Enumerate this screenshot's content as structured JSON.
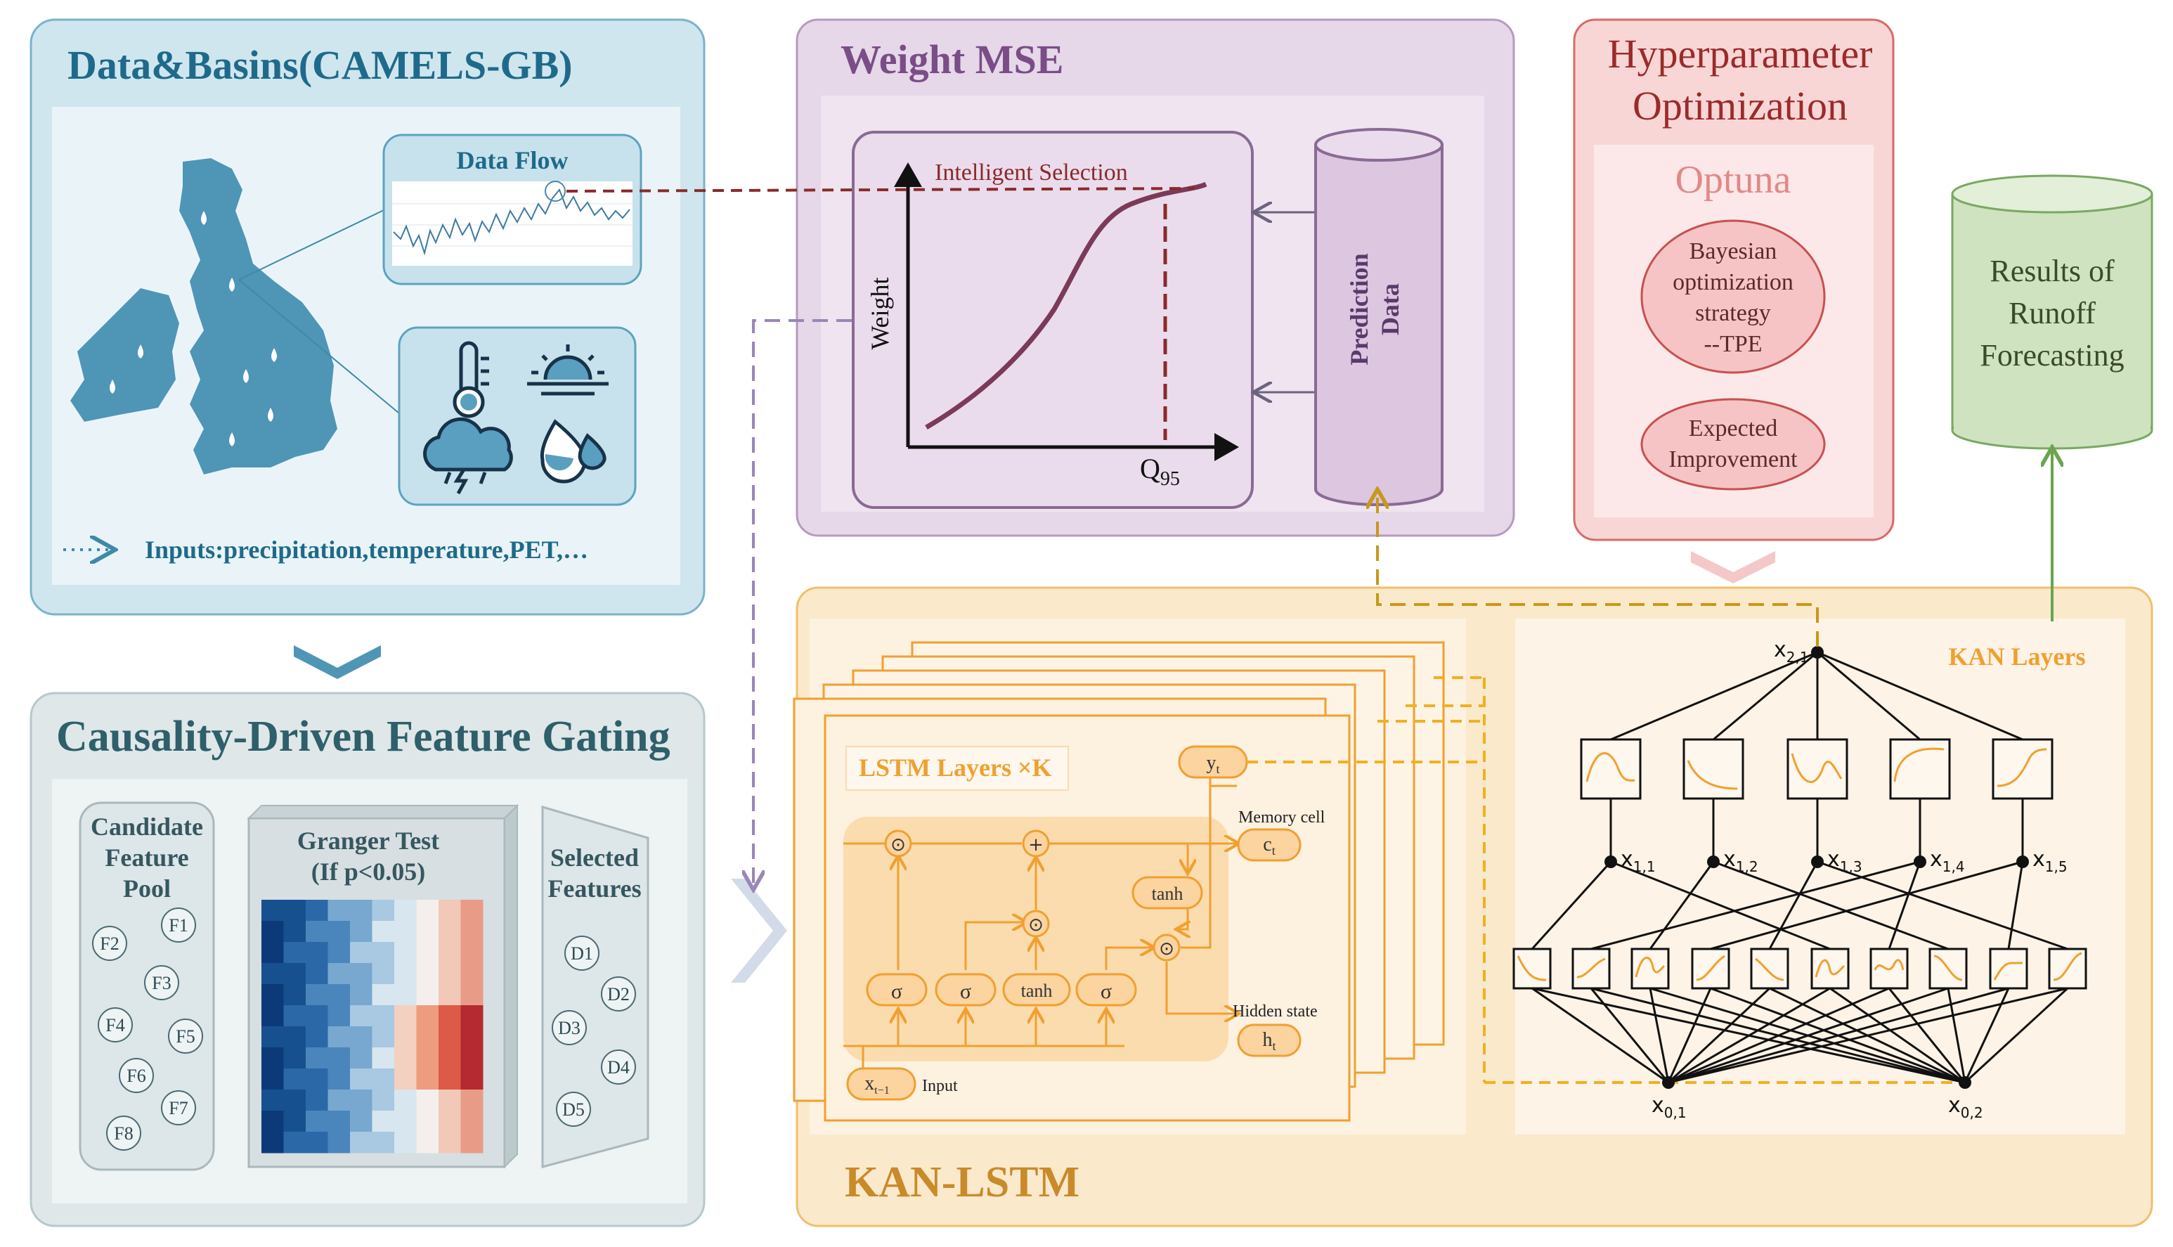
{
  "panels": {
    "data_basins": {
      "title": "Data&Basins(CAMELS-GB)",
      "data_flow_label": "Data Flow",
      "inputs_text": "Inputs:precipitation,temperature,PET,…"
    },
    "weight_mse": {
      "title": "Weight MSE",
      "intelligent_selection": "Intelligent Selection",
      "y_axis": "Weight",
      "x_axis_main": "Q",
      "x_axis_sub": "95",
      "prediction_line1": "Prediction",
      "prediction_line2": "Data"
    },
    "hyperparameter": {
      "title_line1": "Hyperparameter",
      "title_line2": "Optimization",
      "optuna": "Optuna",
      "bayesian": [
        "Bayesian",
        "optimization",
        "strategy",
        "--TPE"
      ],
      "expected": [
        "Expected",
        "Improvement"
      ]
    },
    "results": [
      "Results of",
      "Runoff",
      "Forecasting"
    ],
    "feature_gating": {
      "title": "Causality-Driven Feature Gating",
      "candidate_title": [
        "Candidate",
        "Feature",
        "Pool"
      ],
      "candidate_features": [
        "F1",
        "F2",
        "F3",
        "F4",
        "F5",
        "F6",
        "F7",
        "F8"
      ],
      "granger_title": [
        "Granger Test",
        "(If p<0.05)"
      ],
      "selected_title": [
        "Selected",
        "Features"
      ],
      "selected_features": [
        "D1",
        "D2",
        "D3",
        "D4",
        "D5"
      ]
    },
    "kan_lstm": {
      "title": "KAN-LSTM",
      "lstm_layers": "LSTM Layers ×K",
      "memory_cell": "Memory cell",
      "hidden_state": "Hidden state",
      "input": "Input",
      "gate_sigma": "σ",
      "gate_tanh": "tanh",
      "op_mult": "⊙",
      "op_plus": "+",
      "y_main": "y",
      "y_sub": "t",
      "c_main": "c",
      "c_sub": "t",
      "h_main": "h",
      "h_sub": "t",
      "x_main": "x",
      "x_sub": "t−1",
      "kan_layers": "KAN Layers",
      "top_node": {
        "main": "x",
        "sub": "2,1"
      },
      "mid_nodes": [
        {
          "main": "x",
          "sub": "1,1"
        },
        {
          "main": "x",
          "sub": "1,2"
        },
        {
          "main": "x",
          "sub": "1,3"
        },
        {
          "main": "x",
          "sub": "1,4"
        },
        {
          "main": "x",
          "sub": "1,5"
        }
      ],
      "bottom_nodes": [
        {
          "main": "x",
          "sub": "0,1"
        },
        {
          "main": "x",
          "sub": "0,2"
        }
      ]
    }
  },
  "colors": {
    "blue_panel": "#cfe6ef",
    "blue_title": "#1f6a8a",
    "purple_panel": "#e6d7e9",
    "purple_title": "#7a4d87",
    "red_panel": "#f9d6d6",
    "red_title": "#9c2a2a",
    "green_panel": "#cfe3c0",
    "orange_panel": "#fbe9cc",
    "orange_title": "#c98a2a",
    "gray_panel": "#dfe7e9"
  }
}
